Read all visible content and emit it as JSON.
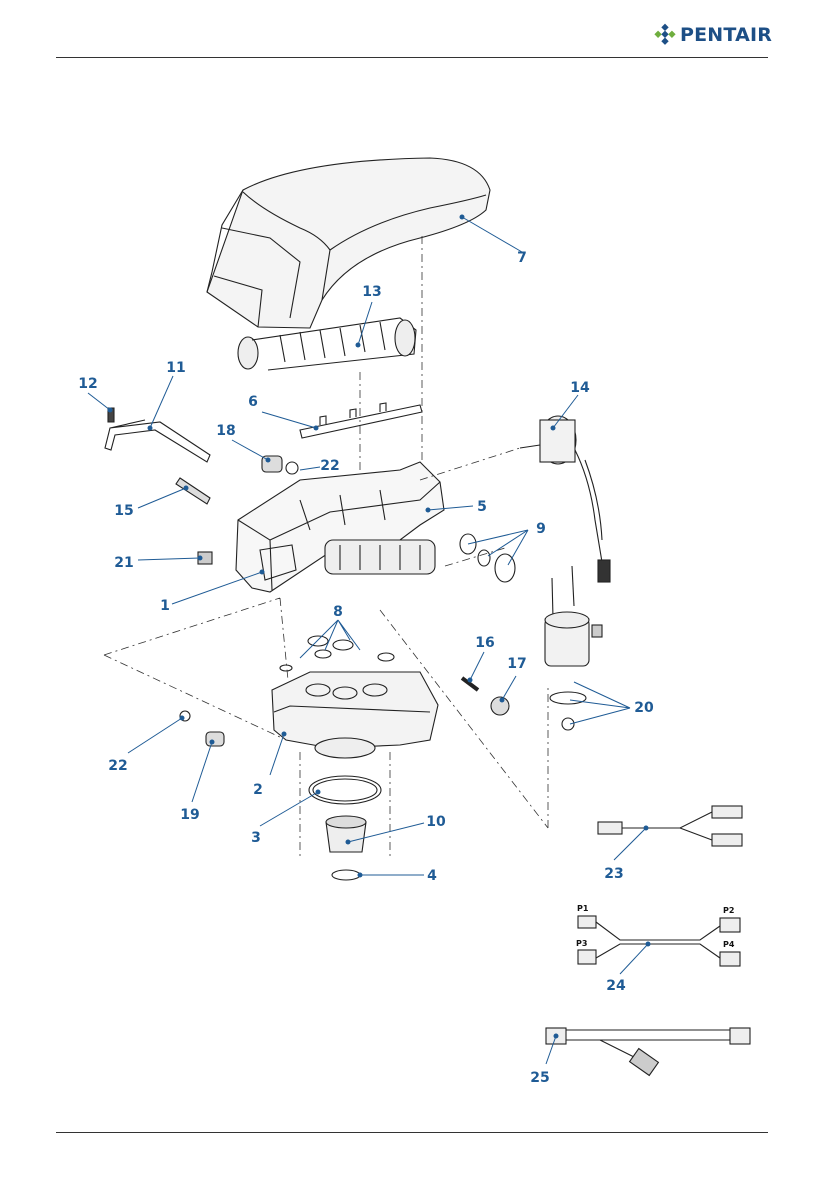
{
  "header": {
    "brand_name": "PENTAIR"
  },
  "callouts": [
    "7",
    "13",
    "11",
    "12",
    "6",
    "14",
    "18",
    "22",
    "15",
    "5",
    "9",
    "21",
    "1",
    "8",
    "16",
    "17",
    "20",
    "22",
    "19",
    "2",
    "3",
    "10",
    "4",
    "23",
    "24",
    "25"
  ],
  "connector_labels": [
    "P1",
    "P2",
    "P3",
    "P4"
  ],
  "colors": {
    "brand": "#1d4f86",
    "callout": "#1f5b95",
    "logo_green": "#6fae3f"
  }
}
